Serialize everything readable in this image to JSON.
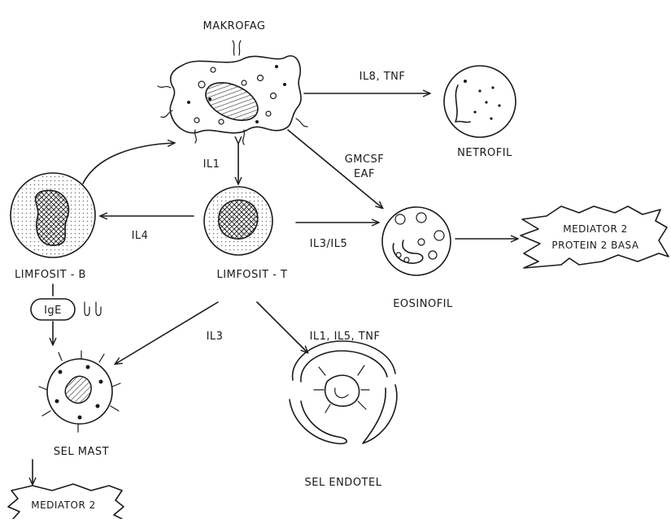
{
  "cells": {
    "makrofag": "MAKROFAG",
    "netrofil": "NETROFIL",
    "limfosit_b": "LIMFOSIT - B",
    "limfosit_t": "LIMFOSIT - T",
    "eosinofil": "EOSINOFIL",
    "sel_mast": "SEL MAST",
    "sel_endotel": "SEL ENDOTEL",
    "ige": "IgE"
  },
  "edges": {
    "il8_tnf": "IL8, TNF",
    "il1": "IL1",
    "gmcsf": "GMCSF",
    "eaf": "EAF",
    "il4": "IL4",
    "il3_il5": "IL3/IL5",
    "il3": "IL3",
    "il1_il5_tnf": "IL1, IL5, TNF"
  },
  "outputs": {
    "mediator_line1": "MEDIATOR 2",
    "mediator_line2": "PROTEIN 2 BASA",
    "mediator_mast": "MEDIATOR 2"
  }
}
